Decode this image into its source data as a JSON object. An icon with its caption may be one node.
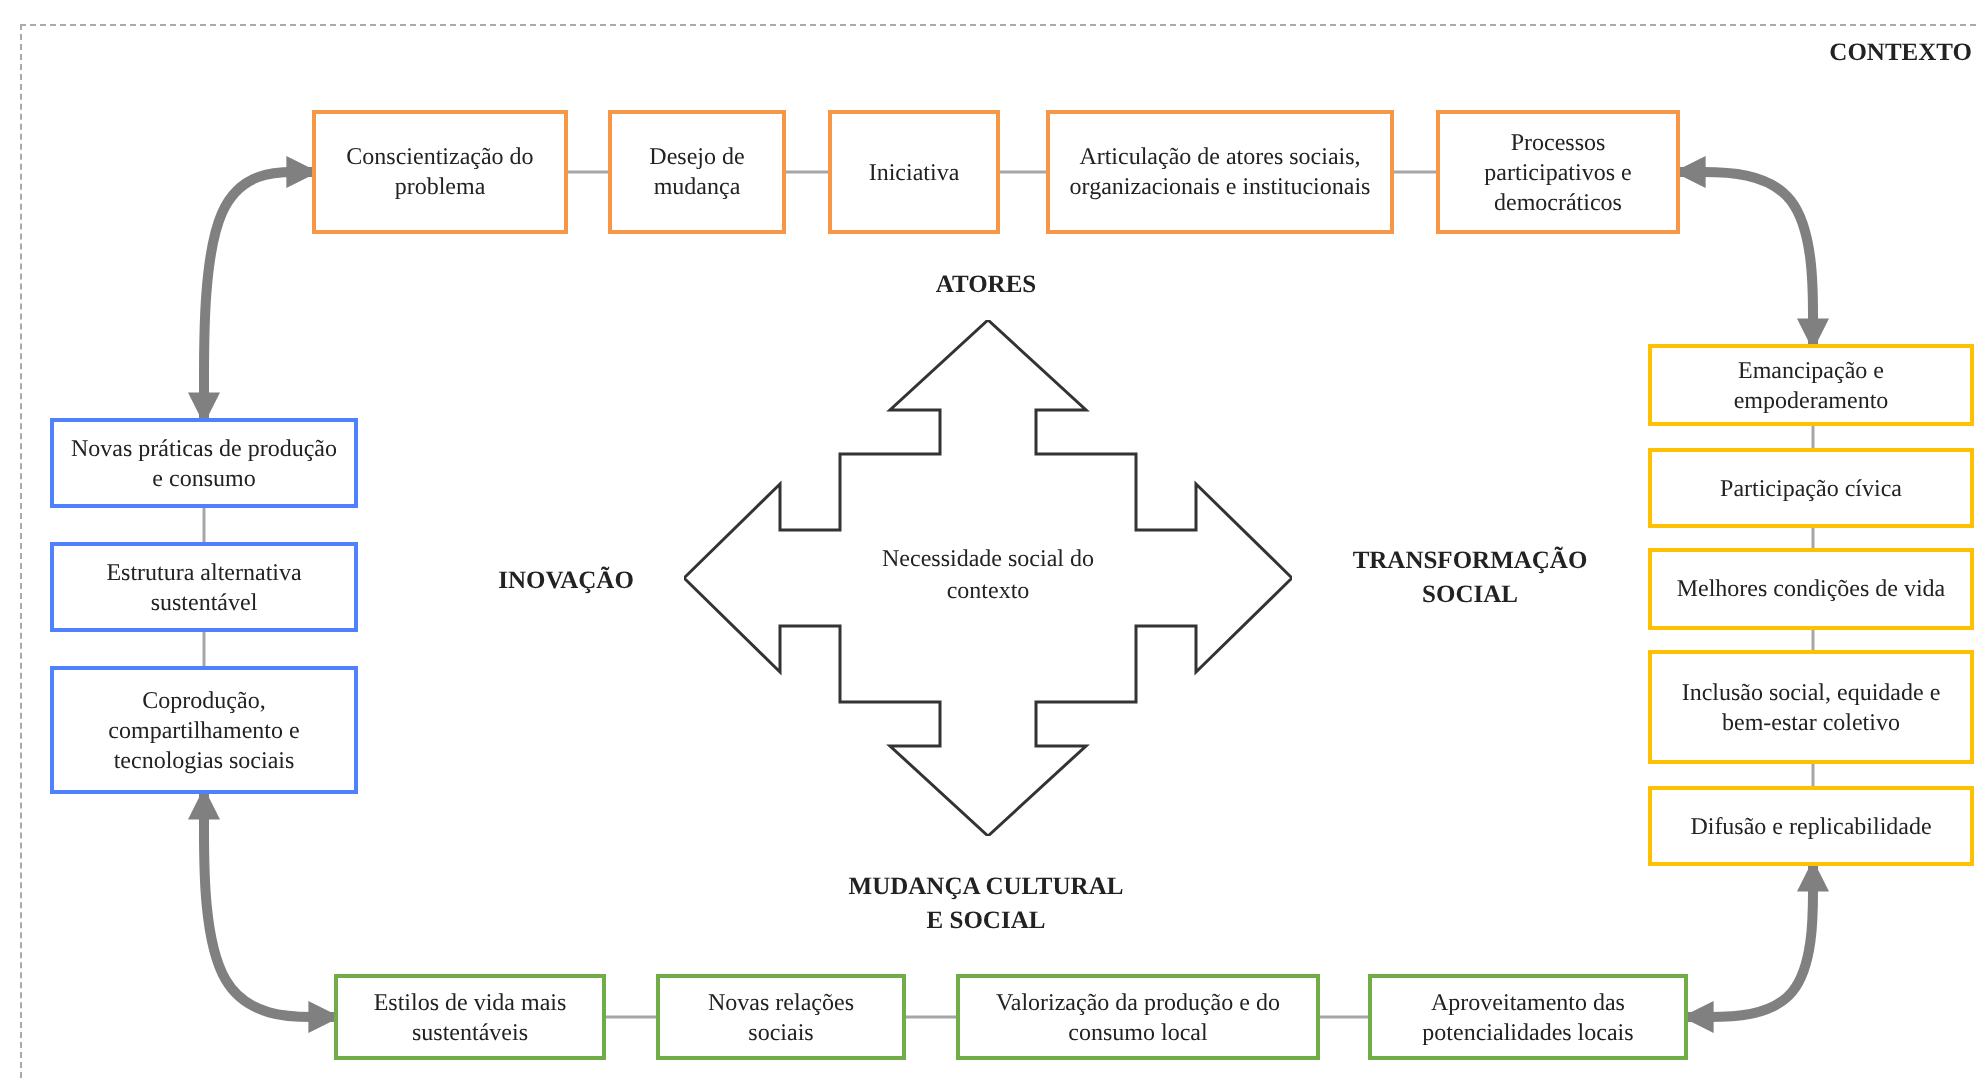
{
  "diagram": {
    "nodes": [
      {
        "text": [
          "CONTEXTO"
        ]
      },
      {
        "text": [
          "Conscientização do problema"
        ],
        "in": 0
      },
      {
        "text": [
          "Desejo de mudança"
        ],
        "in": 0
      },
      {
        "text": [
          "Iniciativa"
        ],
        "in": 0
      },
      {
        "text": [
          "Articulação de atores sociais, organizacionais e institucionais"
        ],
        "in": 0
      },
      {
        "text": [
          "Processos participativos e democráticos"
        ],
        "in": 0
      },
      {
        "text": [
          "Emancipação e empoderamento"
        ],
        "in": 0
      },
      {
        "text": [
          "Participação cívica"
        ],
        "in": 0
      },
      {
        "text": [
          "Melhores condições de vida"
        ],
        "in": 0
      },
      {
        "text": [
          "Inclusão social, equidade e bem-estar coletivo"
        ],
        "in": 0
      },
      {
        "text": [
          "Difusão e replicabilidade"
        ],
        "in": 0
      },
      {
        "text": [
          "Estilos de vida mais sustentáveis"
        ],
        "in": 0
      },
      {
        "text": [
          "Novas relações sociais"
        ],
        "in": 0
      },
      {
        "text": [
          "Valorização da produção e do consumo local"
        ],
        "in": 0
      },
      {
        "text": [
          "Aproveitamento das potencialidades locais"
        ],
        "in": 0
      },
      {
        "text": [
          "Novas práticas de produção e consumo"
        ],
        "in": 0
      },
      {
        "text": [
          "Estrutura alternativa sustentável"
        ],
        "in": 0
      },
      {
        "text": [
          "Coprodução, compartilhamento e tecnologias sociais"
        ],
        "in": 0
      },
      {
        "text": [
          "Necessidade social do contexto"
        ],
        "in": 0
      }
    ],
    "edges": [
      {
        "from": 1,
        "to": 2,
        "arrow": "none"
      },
      {
        "from": 2,
        "to": 3,
        "arrow": "none"
      },
      {
        "from": 3,
        "to": 4,
        "arrow": "none"
      },
      {
        "from": 4,
        "to": 5,
        "arrow": "none"
      },
      {
        "from": 5,
        "to": 6,
        "arrow": "both",
        "style": "thick",
        "color": "#808080"
      },
      {
        "from": 6,
        "to": 7,
        "arrow": "none"
      },
      {
        "from": 7,
        "to": 8,
        "arrow": "none"
      },
      {
        "from": 8,
        "to": 9,
        "arrow": "none"
      },
      {
        "from": 9,
        "to": 10,
        "arrow": "none"
      },
      {
        "from": 10,
        "to": 14,
        "arrow": "both",
        "style": "thick",
        "color": "#808080"
      },
      {
        "from": 11,
        "to": 12,
        "arrow": "none"
      },
      {
        "from": 12,
        "to": 13,
        "arrow": "none"
      },
      {
        "from": 13,
        "to": 14,
        "arrow": "none"
      },
      {
        "from": 11,
        "to": 17,
        "arrow": "both",
        "style": "thick",
        "color": "#808080"
      },
      {
        "from": 15,
        "to": 16,
        "arrow": "none"
      },
      {
        "from": 16,
        "to": 17,
        "arrow": "none"
      },
      {
        "from": 15,
        "to": 1,
        "arrow": "both",
        "style": "thick",
        "color": "#808080"
      }
    ],
    "labels": [
      "ATORES",
      "INOVAÇÃO",
      "TRANSFORMAÇÃO SOCIAL",
      "MUDANÇA CULTURAL E SOCIAL"
    ]
  }
}
